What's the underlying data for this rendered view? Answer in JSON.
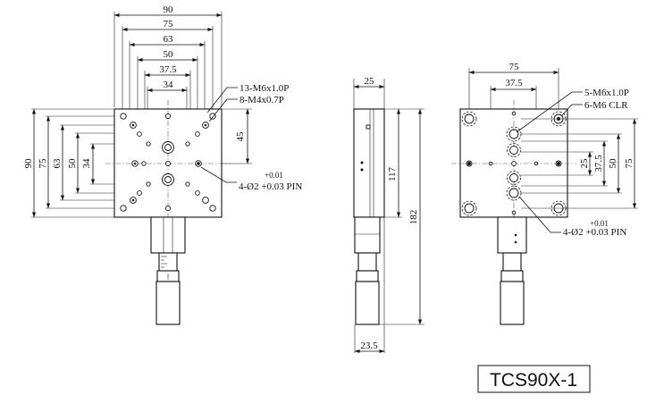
{
  "front_view": {
    "top_dims": [
      "90",
      "75",
      "63",
      "50",
      "37.5",
      "34"
    ],
    "left_dims": [
      "90",
      "75",
      "63",
      "50",
      "34"
    ],
    "right_dim": "45",
    "callout_taps_m6": "13-M6x1.0P",
    "callout_taps_m4": "8-M4x0.7P",
    "pin_tol_plus": "+0.01",
    "pin_callout": "4-Ø2 +0.03 PIN"
  },
  "side_view": {
    "top_dim": "25",
    "height_dim_117": "117",
    "height_dim_182": "182",
    "bottom_dim": "23.5"
  },
  "rear_view": {
    "top_dims": [
      "75",
      "37.5"
    ],
    "callout_taps_m6": "5-M6x1.0P",
    "callout_clr": "6-M6 CLR",
    "right_dims": [
      "25",
      "37.5",
      "50",
      "75"
    ],
    "pin_tol_plus": "+0.01",
    "pin_callout": "4-Ø2 +0.03 PIN"
  },
  "model_label": "TCS90X-1"
}
